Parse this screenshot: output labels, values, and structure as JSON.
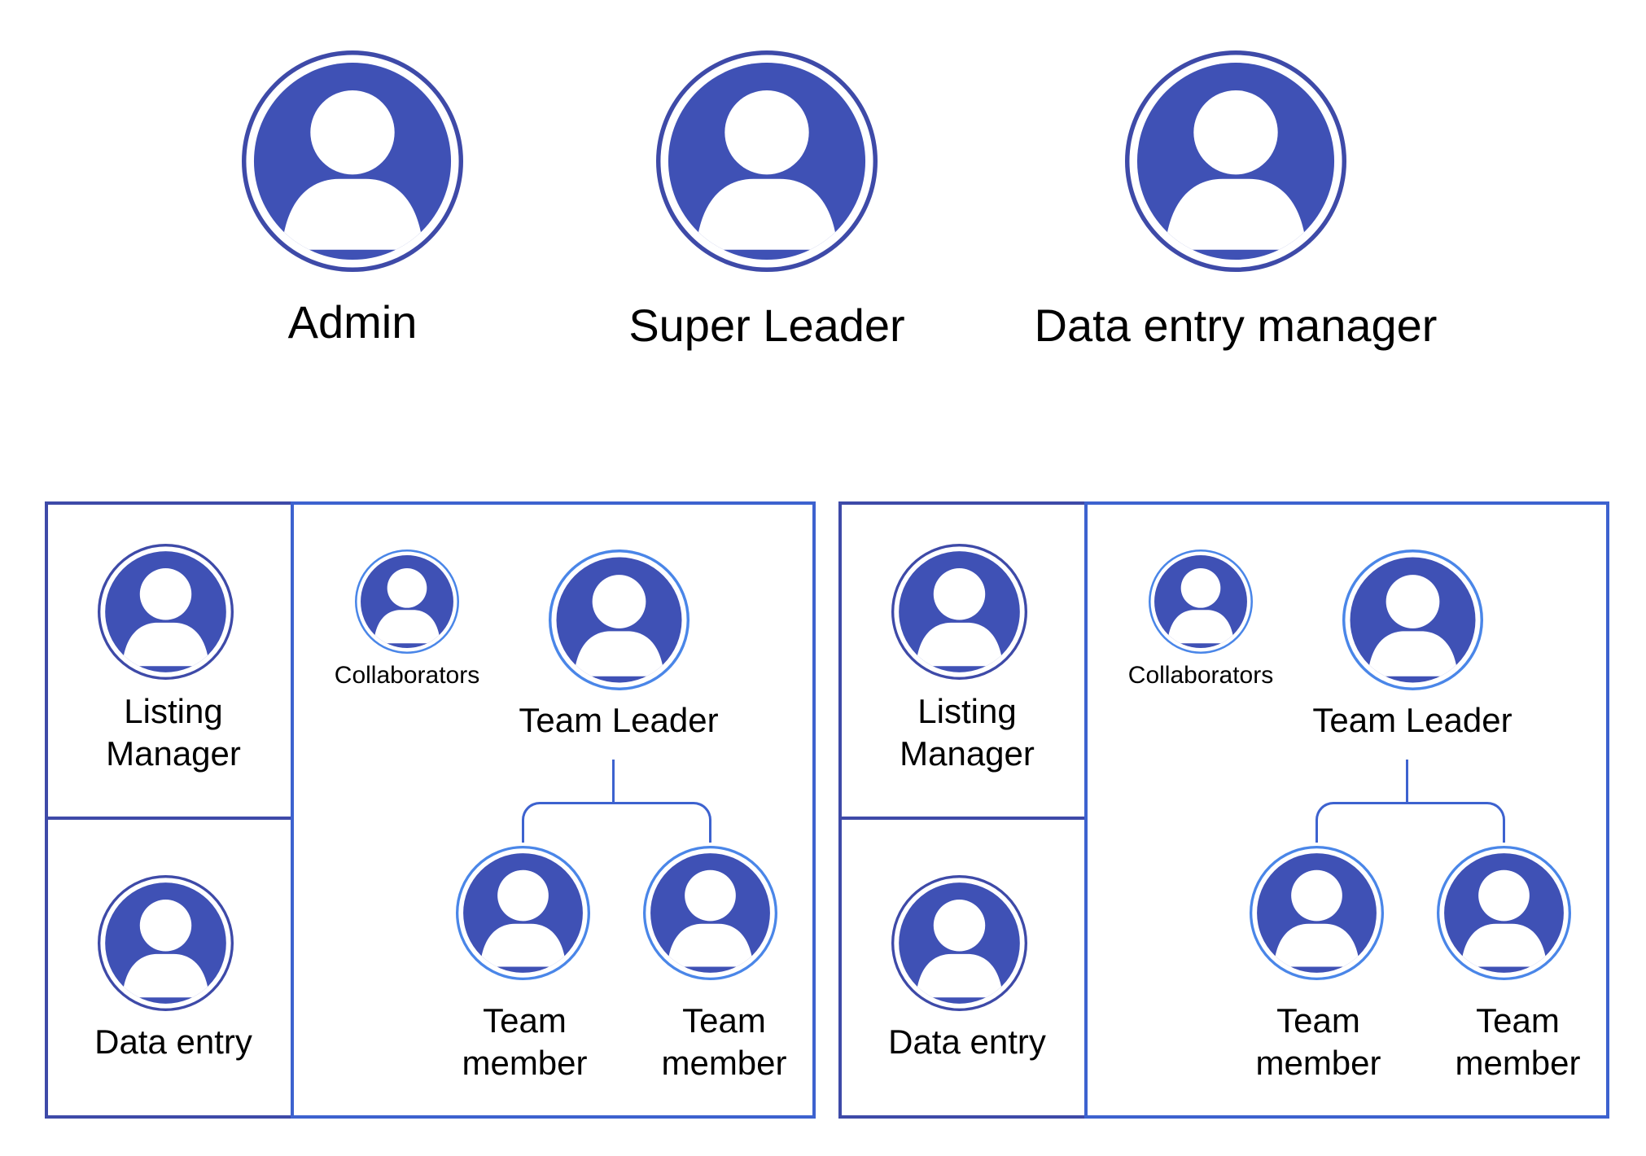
{
  "colors": {
    "avatar_fill": "#3f51b5",
    "ring_dark": "#3e4aa8",
    "ring_light": "#4a86e8",
    "box_border": "#3d62cf"
  },
  "icon": "user-avatar-icon",
  "top_roles": {
    "admin": "Admin",
    "super_leader": "Super Leader",
    "data_entry_manager": "Data entry manager"
  },
  "groups": [
    {
      "listing_manager": "Listing\nManager",
      "data_entry": "Data entry",
      "collaborators": "Collaborators",
      "team_leader": "Team Leader",
      "team_members": [
        "Team\nmember",
        "Team\nmember"
      ]
    },
    {
      "listing_manager": "Listing\nManager",
      "data_entry": "Data entry",
      "collaborators": "Collaborators",
      "team_leader": "Team Leader",
      "team_members": [
        "Team\nmember",
        "Team\nmember"
      ]
    }
  ]
}
